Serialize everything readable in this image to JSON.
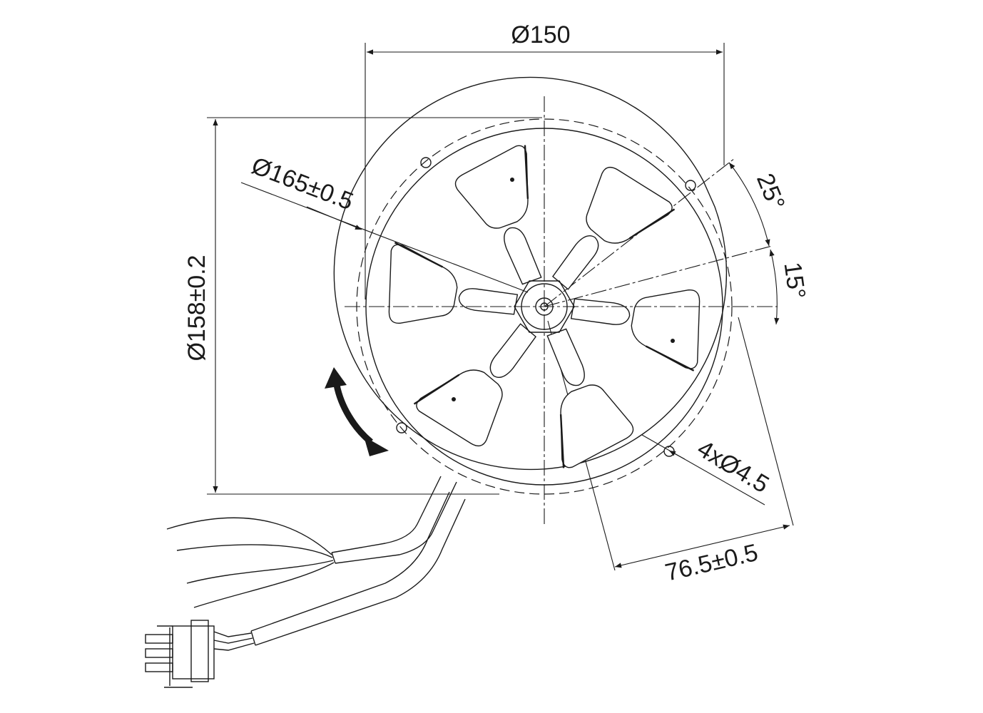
{
  "drawing": {
    "dimensions": {
      "outer_diameter": "Ø150",
      "bolt_circle": "Ø165±0.5",
      "flange_diameter": "Ø158±0.2",
      "angle_upper": "25°",
      "angle_lower": "15°",
      "mounting_holes": "4xØ4.5",
      "offset": "76.5±0.5"
    },
    "blade_count": 6,
    "mounting_hole_count": 4
  }
}
